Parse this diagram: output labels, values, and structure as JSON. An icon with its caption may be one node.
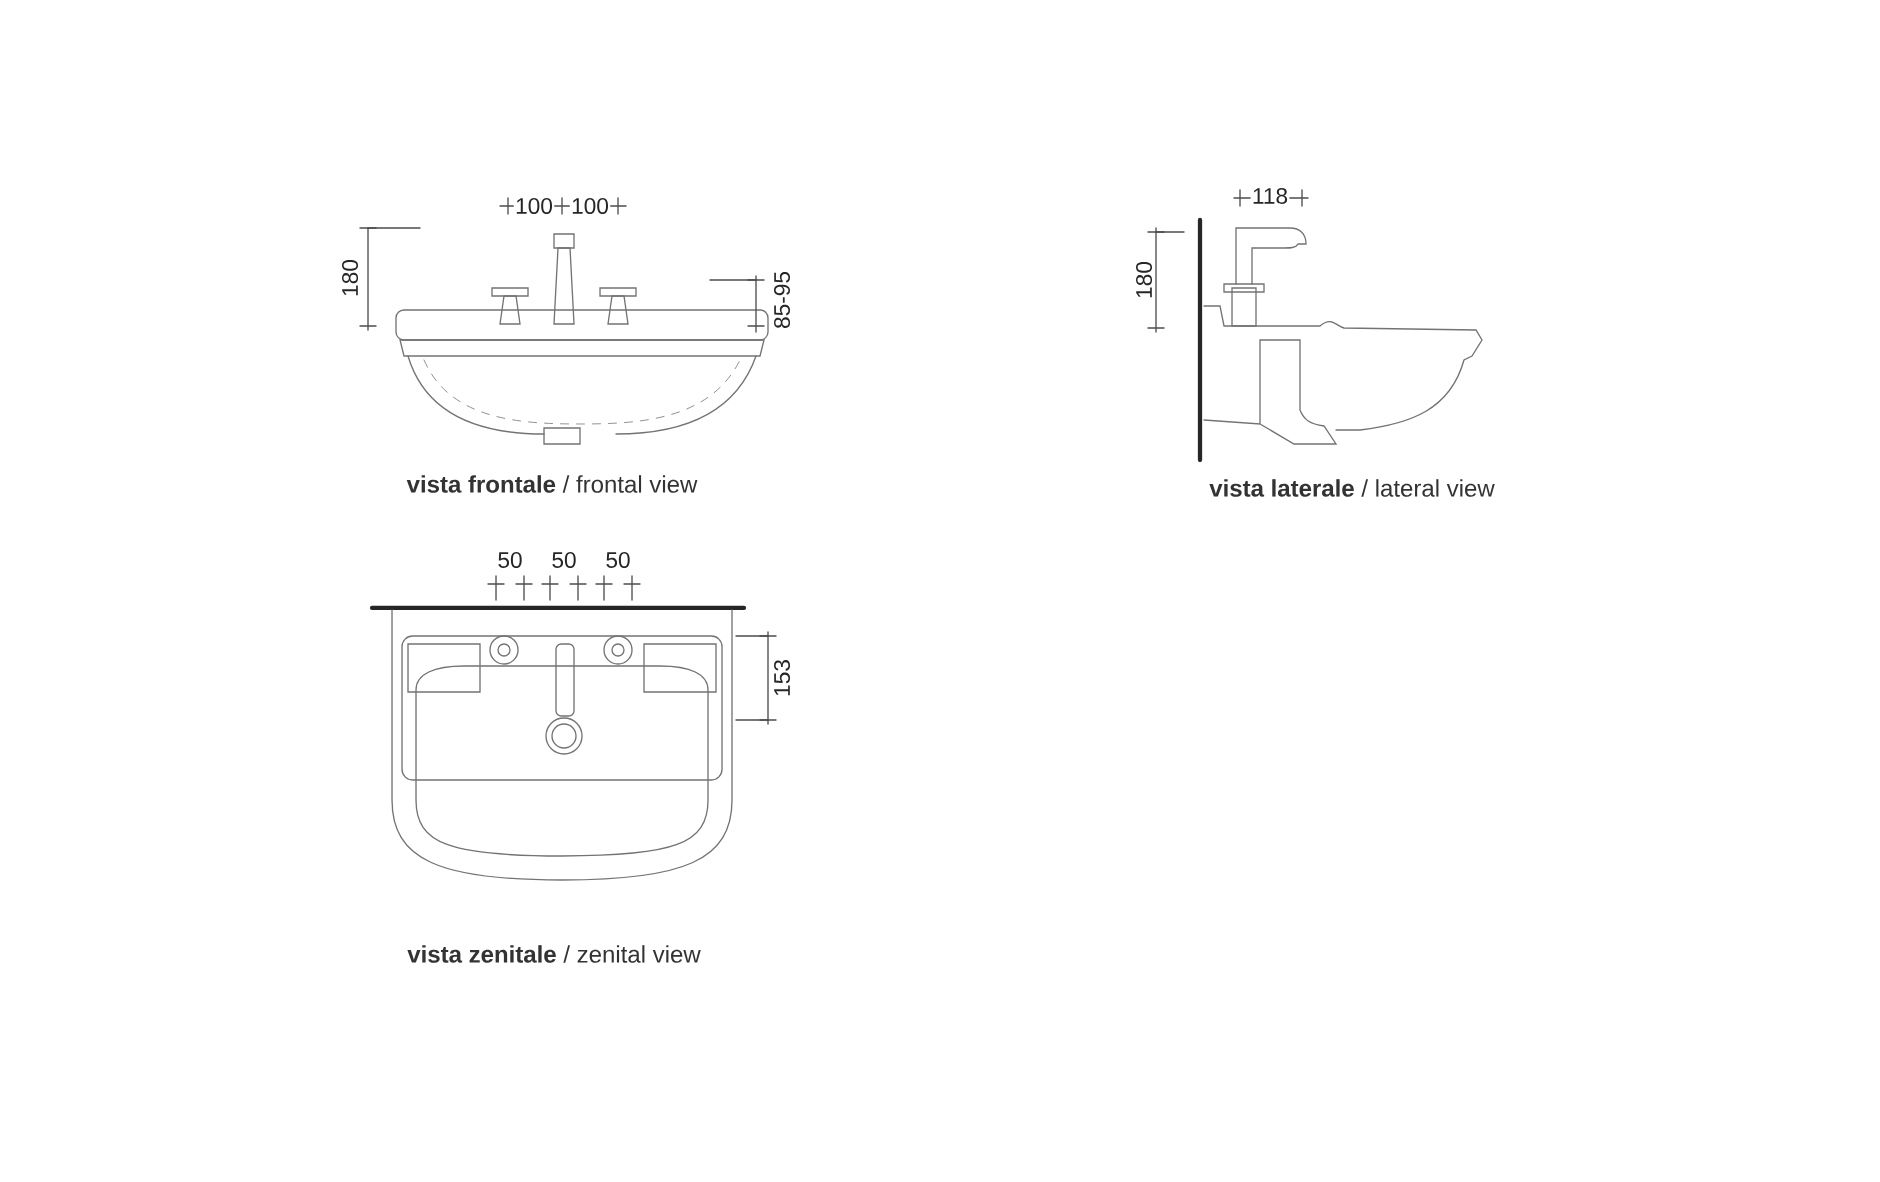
{
  "diagram": {
    "labels": [
      "100",
      "100",
      "180",
      "85-95",
      "**vista frontale** / frontal view",
      "118",
      "180",
      "**vista laterale** / lateral view",
      "50",
      "50",
      "50",
      "153",
      "**vista zenitale** / zenital view"
    ]
  }
}
